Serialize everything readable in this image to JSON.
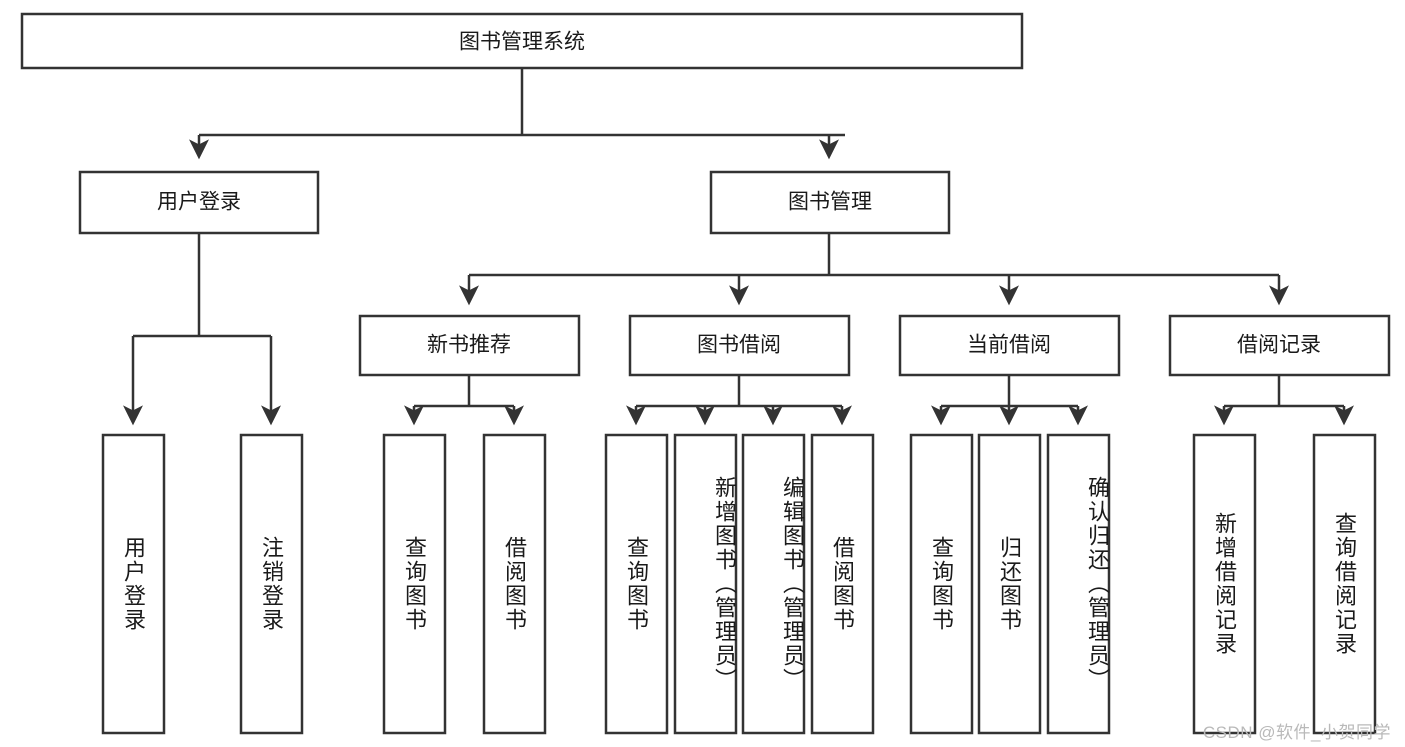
{
  "diagram": {
    "type": "tree",
    "title": "图书管理系统",
    "orientation": "top-down",
    "levels": 4,
    "root": {
      "id": "root",
      "label": "图书管理系统",
      "text_direction": "horizontal"
    },
    "level2": [
      {
        "id": "user-login",
        "label": "用户登录",
        "text_direction": "horizontal"
      },
      {
        "id": "book-management",
        "label": "图书管理",
        "text_direction": "horizontal"
      }
    ],
    "level3": [
      {
        "id": "new-book-recommend",
        "label": "新书推荐",
        "parent": "book-management",
        "text_direction": "horizontal"
      },
      {
        "id": "book-borrow",
        "label": "图书借阅",
        "parent": "book-management",
        "text_direction": "horizontal"
      },
      {
        "id": "current-borrow",
        "label": "当前借阅",
        "parent": "book-management",
        "text_direction": "horizontal"
      },
      {
        "id": "borrow-record",
        "label": "借阅记录",
        "parent": "book-management",
        "text_direction": "horizontal"
      }
    ],
    "leaves": [
      {
        "id": "leaf-user-login",
        "label": "用户登录",
        "parent": "user-login",
        "text_direction": "vertical"
      },
      {
        "id": "leaf-logout-login",
        "label": "注销登录",
        "parent": "user-login",
        "text_direction": "vertical"
      },
      {
        "id": "leaf-query-book-1",
        "label": "查询图书",
        "parent": "new-book-recommend",
        "text_direction": "vertical"
      },
      {
        "id": "leaf-borrow-book-1",
        "label": "借阅图书",
        "parent": "new-book-recommend",
        "text_direction": "vertical"
      },
      {
        "id": "leaf-query-book-2",
        "label": "查询图书",
        "parent": "book-borrow",
        "text_direction": "vertical"
      },
      {
        "id": "leaf-add-book",
        "label": "新增图书（管理员）",
        "parent": "book-borrow",
        "text_direction": "vertical"
      },
      {
        "id": "leaf-edit-book",
        "label": "编辑图书（管理员）",
        "parent": "book-borrow",
        "text_direction": "vertical"
      },
      {
        "id": "leaf-borrow-book-2",
        "label": "借阅图书",
        "parent": "book-borrow",
        "text_direction": "vertical"
      },
      {
        "id": "leaf-query-book-3",
        "label": "查询图书",
        "parent": "current-borrow",
        "text_direction": "vertical"
      },
      {
        "id": "leaf-return-book",
        "label": "归还图书",
        "parent": "current-borrow",
        "text_direction": "vertical"
      },
      {
        "id": "leaf-confirm-return",
        "label": "确认归还（管理员）",
        "parent": "current-borrow",
        "text_direction": "vertical"
      },
      {
        "id": "leaf-add-record",
        "label": "新增借阅记录",
        "parent": "borrow-record",
        "text_direction": "vertical"
      },
      {
        "id": "leaf-query-record",
        "label": "查询借阅记录",
        "parent": "borrow-record",
        "text_direction": "vertical"
      }
    ],
    "colors": {
      "stroke": "#333333",
      "fill": "#ffffff",
      "text": "#1a1a1a",
      "background": "#ffffff",
      "watermark": "#b9b9b9"
    }
  },
  "watermark": {
    "text": "CSDN @软件_小贺同学"
  }
}
